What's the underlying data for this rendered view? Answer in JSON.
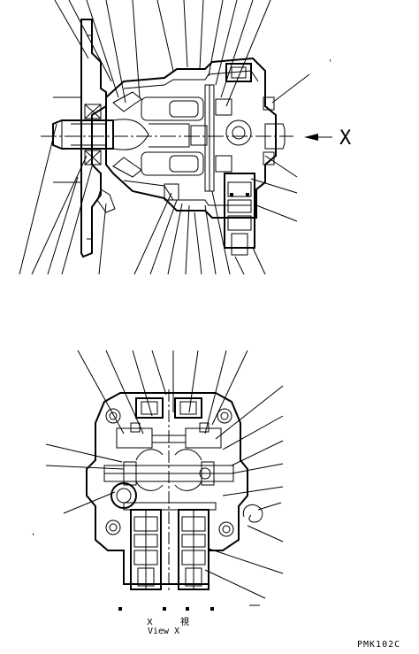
{
  "view_arrow_label": "X",
  "view_caption_jp": "X 視",
  "view_caption_en": "View X",
  "drawing_code": "PMK102C",
  "marks": {
    "tick_top_right": "'",
    "tick_left": ","
  }
}
